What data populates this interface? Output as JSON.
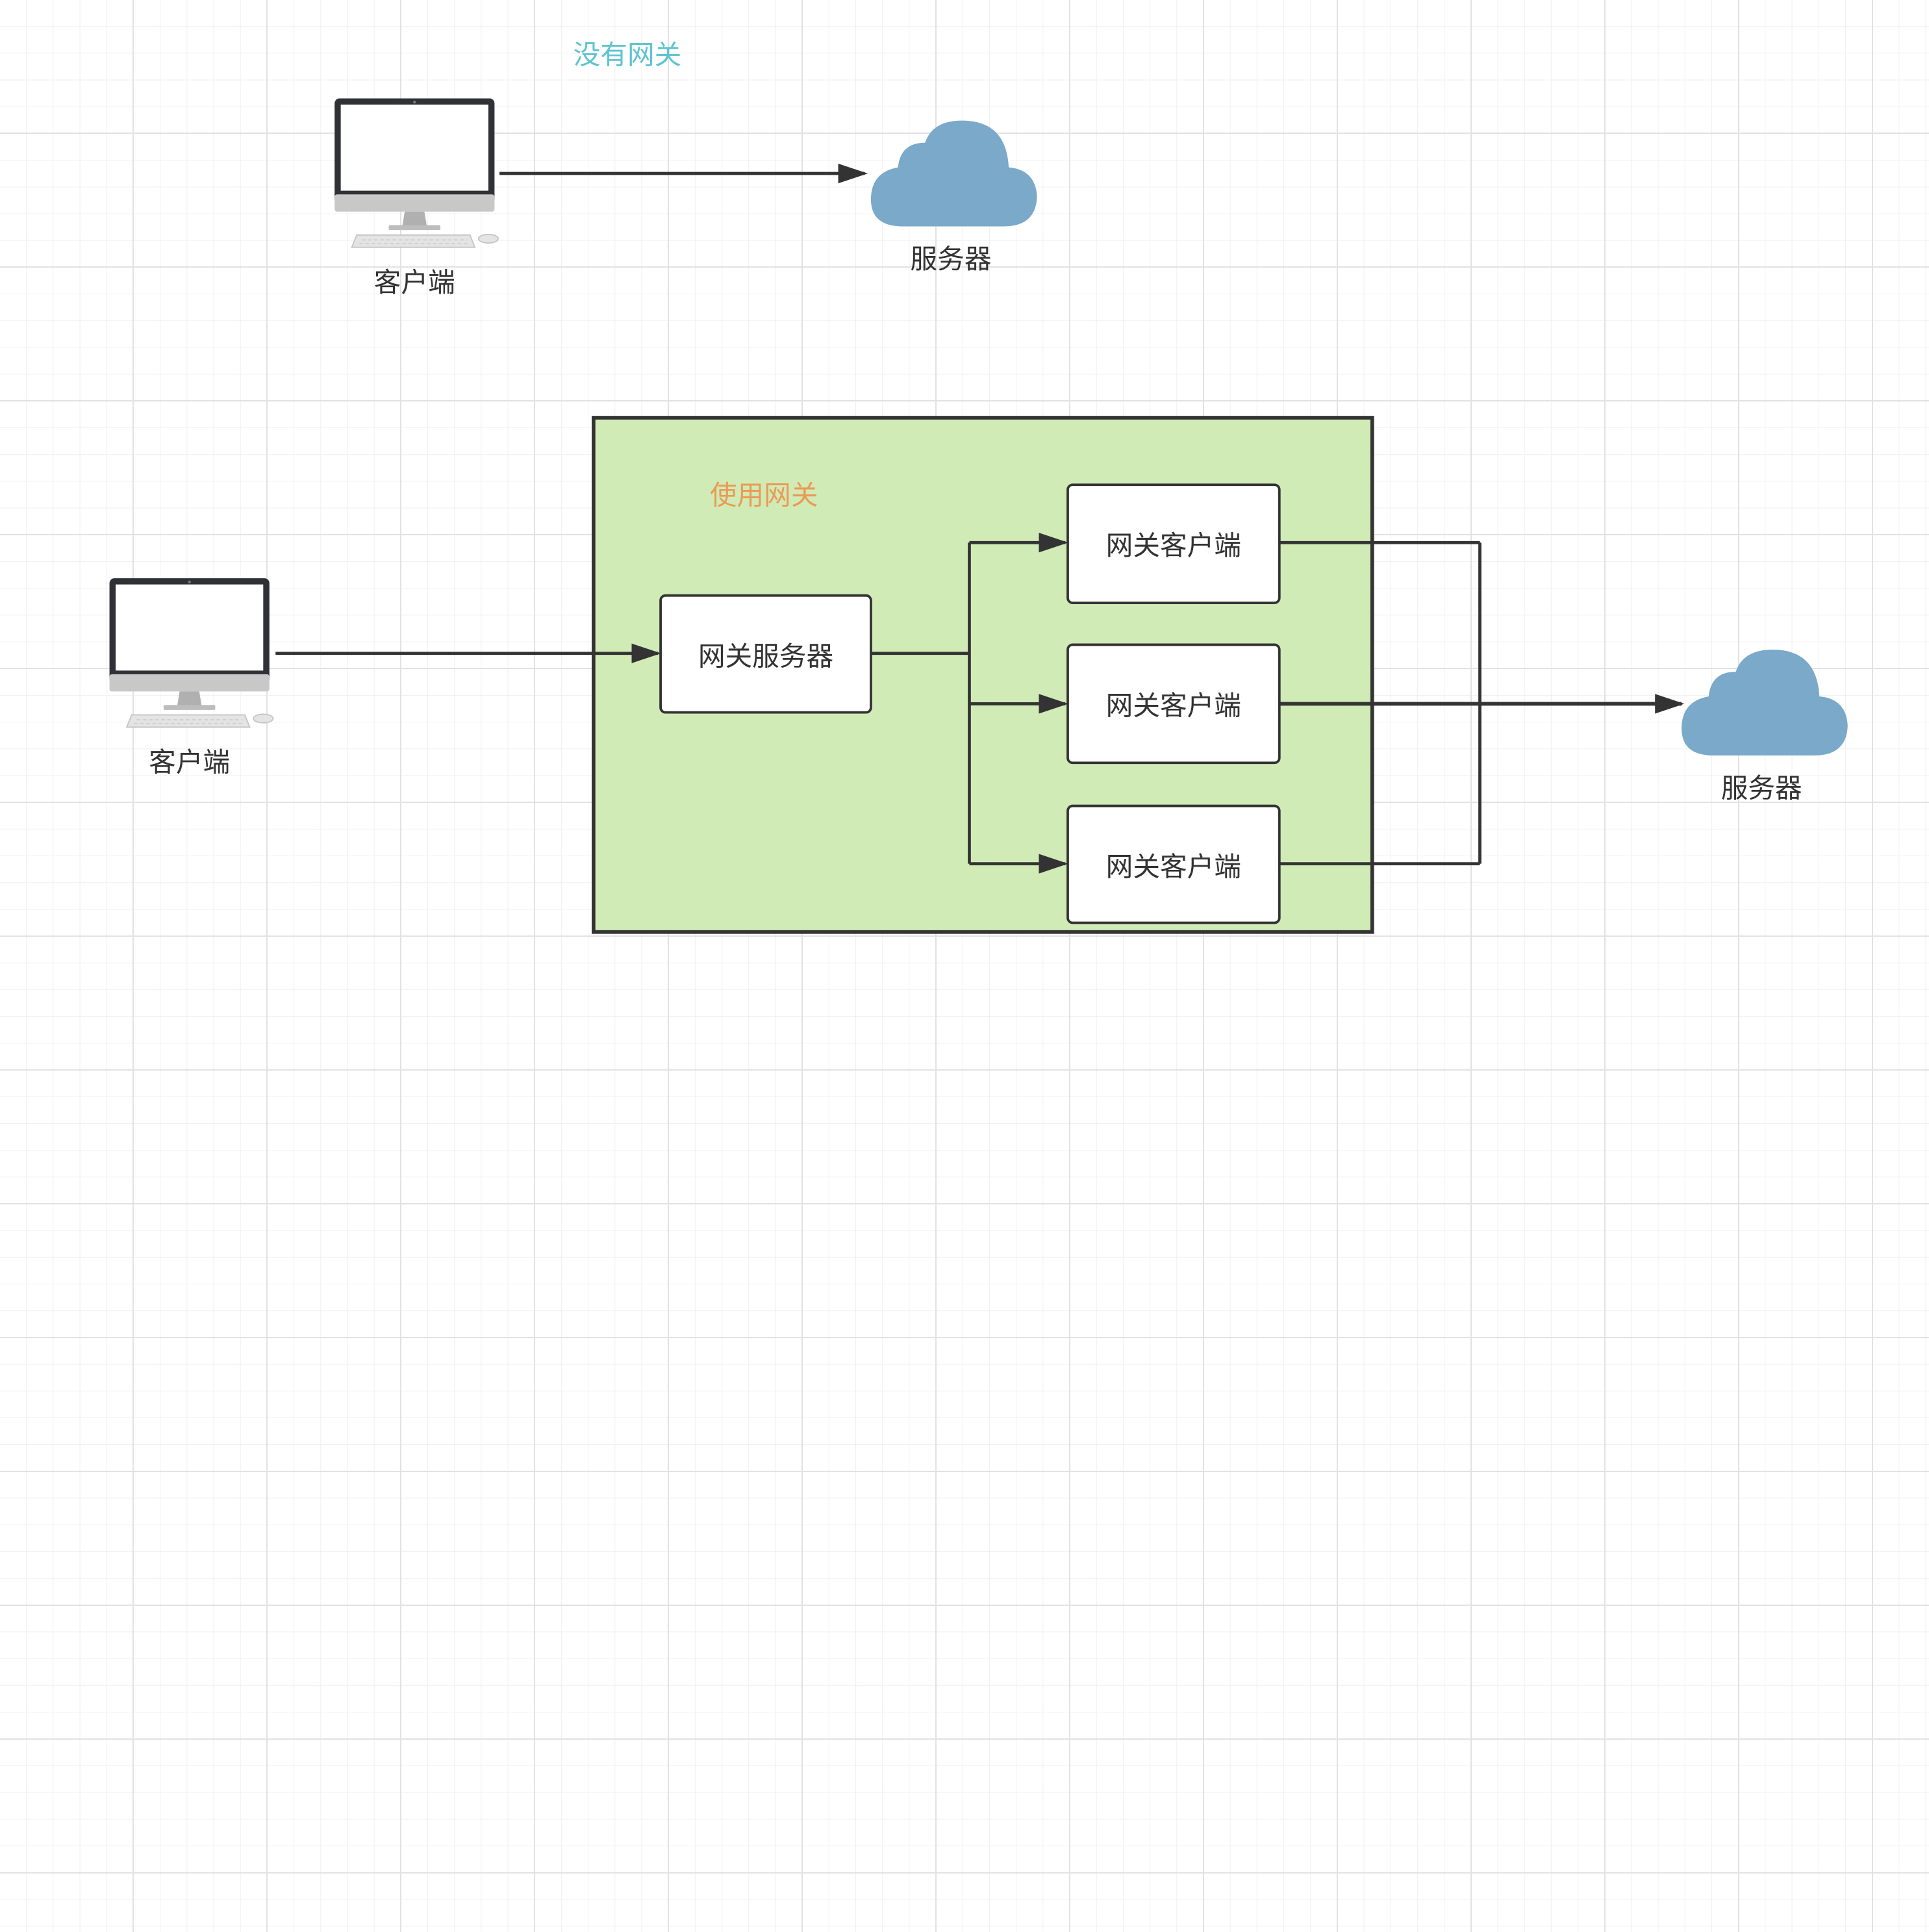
{
  "sections": {
    "no_gateway_title": "没有网关",
    "with_gateway_title": "使用网关"
  },
  "top_diagram": {
    "client_label": "客户端",
    "server_label": "服务器"
  },
  "bottom_diagram": {
    "client_label": "客户端",
    "gateway_server_label": "网关服务器",
    "gateway_clients": [
      {
        "label": "网关客户端"
      },
      {
        "label": "网关客户端"
      },
      {
        "label": "网关客户端"
      }
    ],
    "server_label": "服务器"
  },
  "colors": {
    "no_gateway_title": "#5ec4cf",
    "with_gateway_title": "#ea9b55",
    "gateway_fill": "#d1ebb7",
    "cloud": "#7aa9c9",
    "line": "#333333"
  },
  "icons": {
    "client": "desktop-computer-icon",
    "server": "cloud-icon"
  }
}
